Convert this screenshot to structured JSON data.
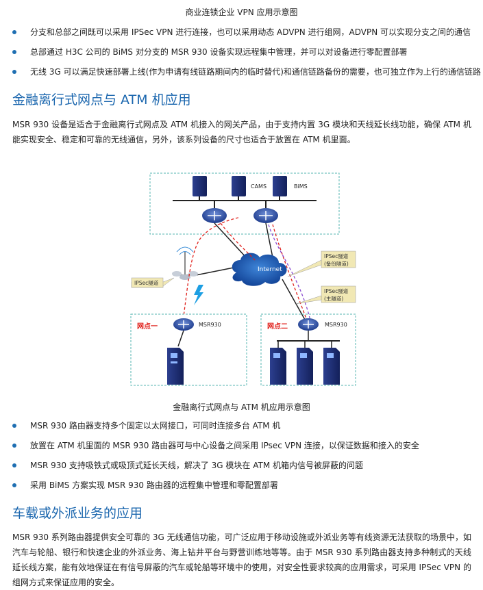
{
  "top_caption": "商业连锁企业 VPN 应用示意图",
  "bullets_top": [
    "分支和总部之间既可以采用 IPSec VPN 进行连接，也可以采用动态 ADVPN 进行组网，ADVPN 可以实现分支之间的通信",
    "总部通过 H3C 公司的 BiMS 对分支的 MSR 930 设备实现远程集中管理，并可以对设备进行零配置部署",
    "无线 3G 可以满足快速部署上线(作为申请有线链路期间内的临时替代)和通信链路备份的需要，也可独立作为上行的通信链路"
  ],
  "section1": {
    "title": "金融离行式网点与 ATM 机应用",
    "paragraph": "MSR 930 设备是适合于金融离行式网点及 ATM 机接入的网关产品，由于支持内置 3G 模块和天线延长线功能，确保 ATM 机能实现安全、稳定和可靠的无线通信，另外，该系列设备的尺寸也适合于放置在 ATM 机里面。"
  },
  "diagram": {
    "cams": "CAMS",
    "bims": "BiMS",
    "internet": "Internet",
    "ipsec_left": "IPSec隧道",
    "ipsec_backup_1": "IPSec隧道",
    "ipsec_backup_2": "(备份隧道)",
    "ipsec_main_1": "IPSec隧道",
    "ipsec_main_2": "(主隧道)",
    "site1": "网点一",
    "site2": "网点二",
    "msr1": "MSR930",
    "msr2": "MSR930",
    "caption": "金融离行式网点与 ATM 机应用示意图"
  },
  "bullets_mid": [
    "MSR 930 路由器支持多个固定以太网接口，可同时连接多台 ATM 机",
    "放置在 ATM 机里面的 MSR 930 路由器可与中心设备之间采用 IPsec VPN 连接，以保证数据和接入的安全",
    "MSR 930 支持吸铁式或吸顶式延长天线，解决了 3G 模块在 ATM 机箱内信号被屏蔽的问题",
    "采用 BiMS 方案实现 MSR 930 路由器的远程集中管理和零配置部署"
  ],
  "section2": {
    "title": "车载或外派业务的应用",
    "paragraph": "MSR 930 系列路由器提供安全可靠的 3G 无线通信功能，可广泛应用于移动设施或外派业务等有线资源无法获取的场景中，如汽车与轮船、银行和快速企业的外派业务、海上钻井平台与野营训练地等等。由于 MSR 930 系列路由器支持多种制式的天线延长线方案，能有效地保证在有信号屏蔽的汽车或轮船等环境中的使用，对安全性要求较高的应用需求，可采用 IPSec VPN 的组网方式来保证应用的安全。"
  },
  "colors": {
    "accent": "#1a66ae",
    "bullet": "#1f6fb2",
    "red_label": "#e0201b",
    "dashed_box": "#56b6b0",
    "label_fill": "#f1e8b4"
  }
}
